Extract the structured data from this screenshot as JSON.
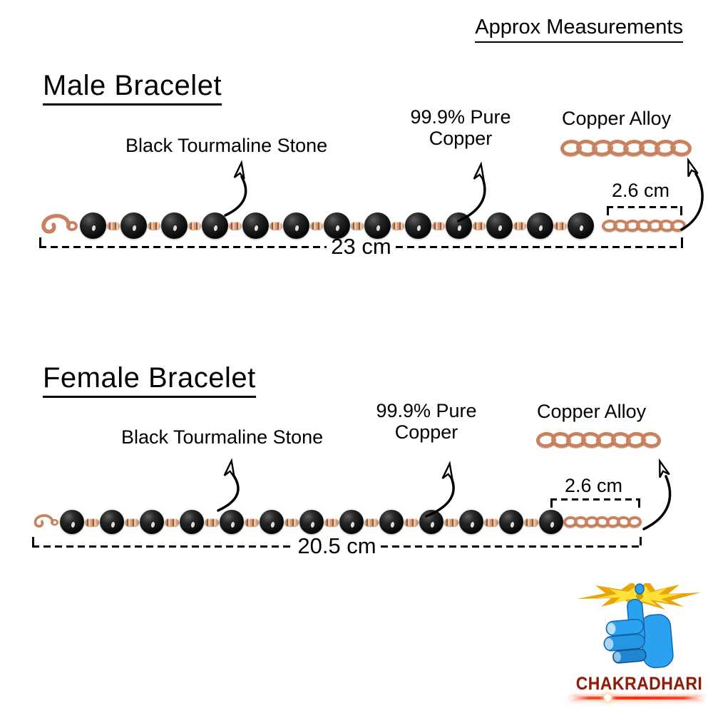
{
  "title": "Approx Measurements",
  "sections": [
    {
      "title": "Male Bracelet",
      "stone_label": "Black Tourmaline Stone",
      "copper_label_line1": "99.9% Pure",
      "copper_label_line2": "Copper",
      "alloy_label": "Copper Alloy",
      "extension_length": "2.6 cm",
      "total_length": "23 cm",
      "bead_count": 13,
      "extension_link_count": 7,
      "zoom_chain_link_count": 8
    },
    {
      "title": "Female Bracelet",
      "stone_label": "Black Tourmaline Stone",
      "copper_label_line1": "99.9% Pure",
      "copper_label_line2": "Copper",
      "alloy_label": "Copper Alloy",
      "extension_length": "2.6 cm",
      "total_length": "20.5 cm",
      "bead_count": 13,
      "extension_link_count": 7,
      "zoom_chain_link_count": 8
    }
  ],
  "logo": {
    "brand": "CHAKRADHARI",
    "icons": {
      "chakra": "golden-chakra-starburst",
      "hand": "blue-hand-raised-index-finger",
      "flare": "red-lens-flare-underline"
    }
  },
  "colors": {
    "copper": "#c9825f",
    "copper_light": "#ecbd9c",
    "bead_black": "#141414",
    "text": "#000000",
    "logo_blue": "#2aa2ef",
    "chakra_yellow": "#ffd81e",
    "brand_red": "#8a1d0c",
    "flare_red": "#ff2a00"
  }
}
